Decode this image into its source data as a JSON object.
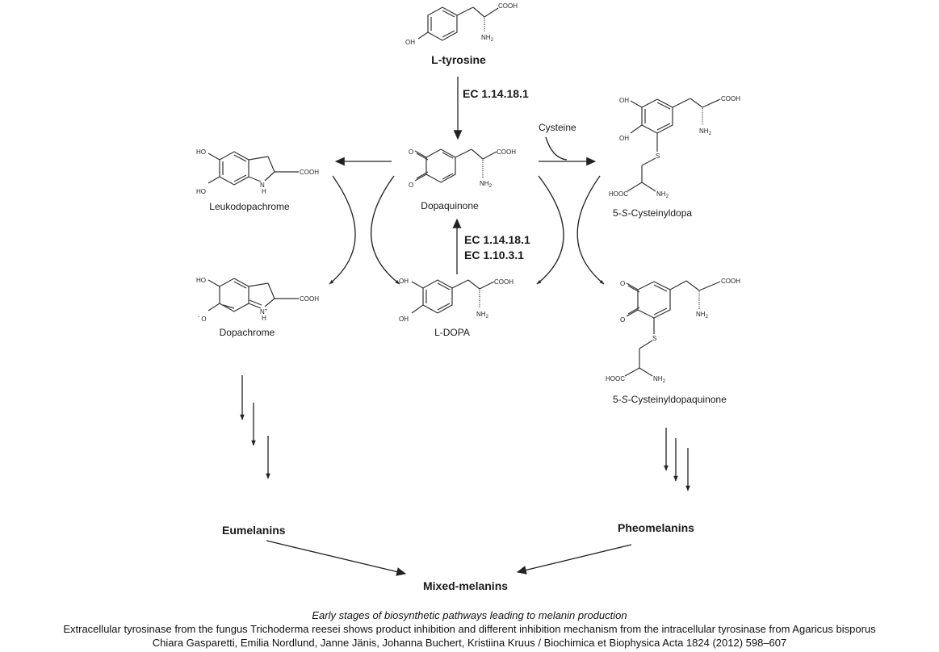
{
  "compounds": {
    "tyrosine": {
      "name": "L-tyrosine",
      "atoms": {
        "oh": "OH",
        "cooh": "COOH",
        "nh2": "NH",
        "nh2_sub": "2"
      }
    },
    "dopaquinone": {
      "name": "Dopaquinone",
      "atoms": {
        "o1": "O",
        "o2": "O",
        "cooh": "COOH",
        "nh2": "NH",
        "nh2_sub": "2"
      }
    },
    "leukodopachrome": {
      "name": "Leukodopachrome",
      "atoms": {
        "ho1": "HO",
        "ho2": "HO",
        "cooh": "COOH",
        "n": "N",
        "h": "H"
      }
    },
    "cysteinyldopa": {
      "name_prefix": "5-",
      "name_italic": "S",
      "name_suffix": "-Cysteinyldopa",
      "atoms": {
        "oh1": "OH",
        "oh2": "OH",
        "cooh": "COOH",
        "nh2": "NH",
        "nh2_sub": "2",
        "s": "S",
        "hooc": "HOOC",
        "nh2b": "NH",
        "nh2b_sub": "2"
      }
    },
    "dopachrome": {
      "name": "Dopachrome",
      "atoms": {
        "ho": "HO",
        "o": "O",
        "o_charge": "-",
        "cooh": "COOH",
        "n": "N",
        "n_charge": "+",
        "h": "H"
      }
    },
    "ldopa": {
      "name": "L-DOPA",
      "atoms": {
        "oh1": "OH",
        "oh2": "OH",
        "cooh": "COOH",
        "nh2": "NH",
        "nh2_sub": "2"
      }
    },
    "cysteinyldopaquinone": {
      "name_prefix": "5-",
      "name_italic": "S",
      "name_suffix": "-Cysteinyldopaquinone",
      "atoms": {
        "o1": "O",
        "o2": "O",
        "cooh": "COOH",
        "nh2": "NH",
        "nh2_sub": "2",
        "s": "S",
        "hooc": "HOOC",
        "nh2b": "NH",
        "nh2b_sub": "2"
      }
    }
  },
  "enzymes": {
    "tyrosine_to_dopaquinone": "EC 1.14.18.1",
    "ldopa_to_dopaquinone_1": "EC 1.14.18.1",
    "ldopa_to_dopaquinone_2": "EC 1.10.3.1"
  },
  "reagents": {
    "cysteine": "Cysteine"
  },
  "products": {
    "eumelanins": "Eumelanins",
    "pheomelanins": "Pheomelanins",
    "mixed": "Mixed-melanins"
  },
  "caption": {
    "title": "Early stages of biosynthetic pathways leading to melanin production",
    "article": "Extracellular tyrosinase from the fungus Trichoderma reesei shows product inhibition and different inhibition mechanism from the intracellular tyrosinase from Agaricus bisporus",
    "citation": "Chiara Gasparetti, Emilia Nordlund, Janne Jänis, Johanna Buchert, Kristiina Kruus / Biochimica et Biophysica Acta 1824 (2012) 598–607"
  }
}
